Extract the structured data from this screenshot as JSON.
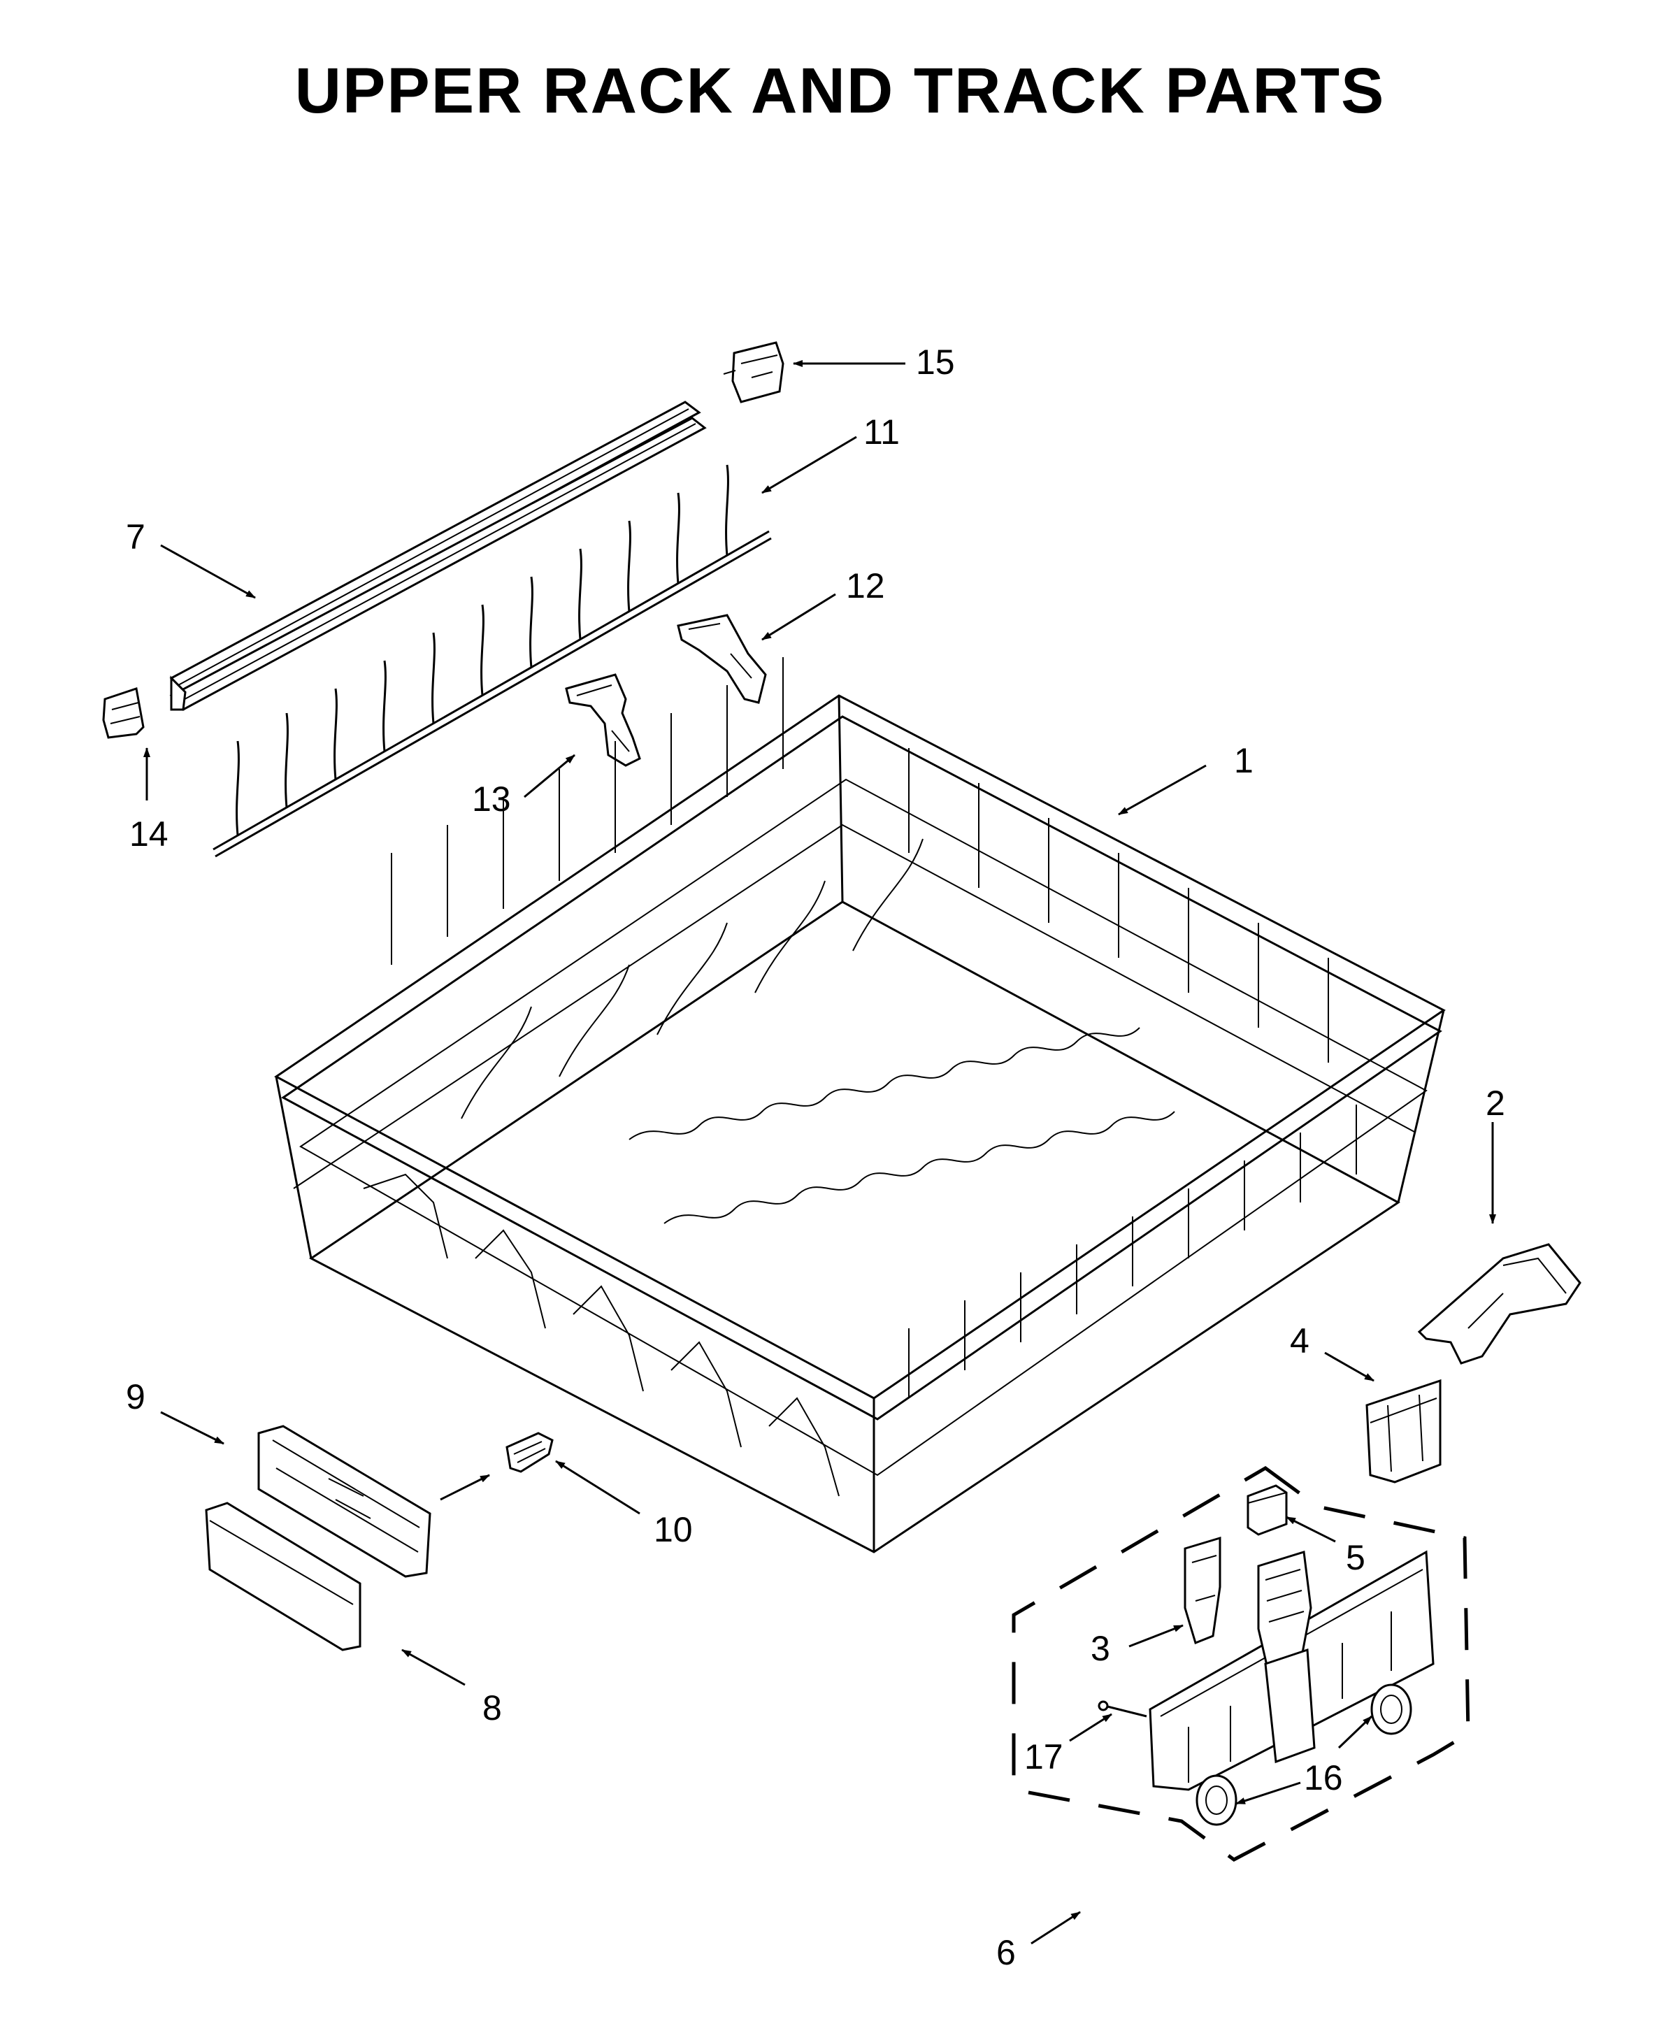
{
  "page_title": "UPPER RACK AND TRACK PARTS",
  "callouts": {
    "c1": "1",
    "c2": "2",
    "c3": "3",
    "c4": "4",
    "c5": "5",
    "c6": "6",
    "c7": "7",
    "c8": "8",
    "c9": "9",
    "c10": "10",
    "c11": "11",
    "c12": "12",
    "c13": "13",
    "c14": "14",
    "c15": "15",
    "c16": "16",
    "c17": "17"
  }
}
